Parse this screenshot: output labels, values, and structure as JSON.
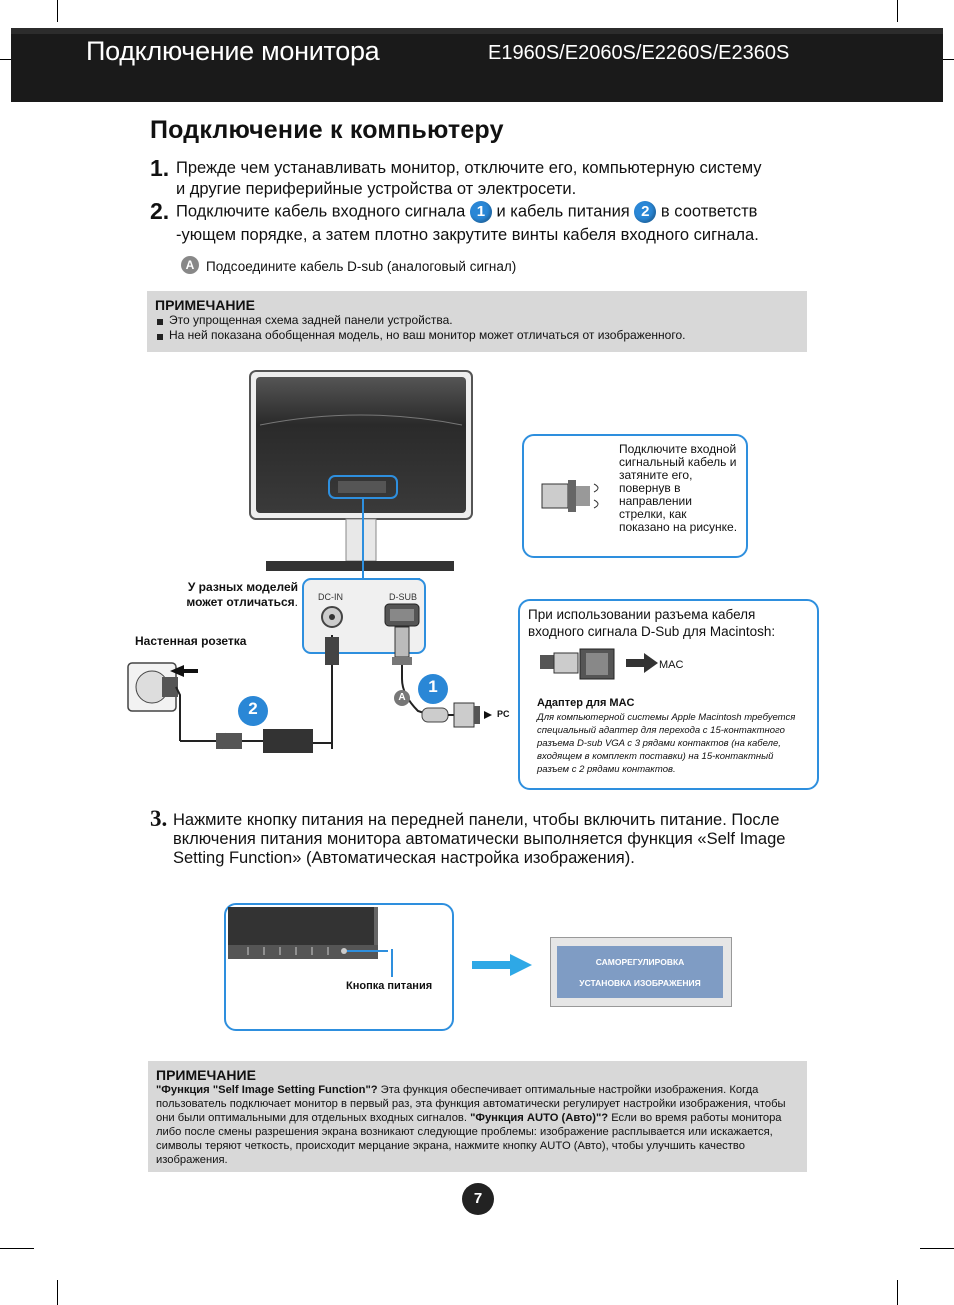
{
  "header": {
    "title": "Подключение монитора",
    "models": "E1960S/E2060S/E2260S/E2360S"
  },
  "section_title": "Подключение к компьютеру",
  "steps": [
    {
      "num": "1.",
      "line1": "Прежде чем устанавливать монитор, отключите его, компьютерную систему",
      "line2": "и другие периферийные устройства от электросети."
    },
    {
      "num": "2.",
      "line1a": "Подключите кабель входного сигнала",
      "badge1": "1",
      "line1b": "и кабель питания",
      "badge2": "2",
      "line1c": "в соответств",
      "line2": "-ующем порядке, а затем плотно закрутите винты кабеля входного сигнала."
    },
    {
      "num": "3.",
      "line1": "Нажмите кнопку питания на передней панели, чтобы включить питание. После",
      "line2": "включения питания монитора автоматически выполняется функция «Self Image",
      "line3": "Setting Function» (Автоматическая настройка изображения)."
    }
  ],
  "sub_a": {
    "badge": "A",
    "text": "Подсоедините кабель D-sub (аналоговый сигнал)"
  },
  "note1": {
    "heading": "ПРИМЕЧАНИЕ",
    "items": [
      "Это упрощенная схема задней панели устройства.",
      "На ней показана обобщенная модель, но ваш монитор может отличаться от изображенного."
    ]
  },
  "diagram": {
    "callout_tighten": "Подключите входной сигнальный кабель и затяните его, повернув в направлении стрелки, как показано на рисунке.",
    "models_vary_1": "У разных моделей",
    "models_vary_2": "может отличаться",
    "models_vary_dot": ".",
    "wall_socket": "Настенная розетка",
    "port_dcin": "DC-IN",
    "port_dsub": "D-SUB",
    "badge1": "1",
    "badge2": "2",
    "badge_a": "A",
    "pc_label": "PC",
    "mac_callout_title": "При использовании разъема кабеля входного сигнала D-Sub для Macintosh:",
    "mac_label": "MAC",
    "mac_adapter_head": "Адаптер для MAC",
    "mac_adapter_text": "Для компьютерной системы Apple Macintosh требуется специальный адаптер для перехода с 15-контактного разъема D-sub VGA с 3 рядами контактов (на кабеле, входящем в комплект поставки) на 15-контактный разъем с 2 рядами контактов."
  },
  "power": {
    "button_label": "Кнопка питания",
    "osd_line1": "САМОРЕГУЛИРОВКА",
    "osd_line2": "УСТАНОВКА ИЗОБРАЖЕНИЯ"
  },
  "note2": {
    "heading": "ПРИМЕЧАНИЕ",
    "q1": "\"Функция \"Self Image Setting Function\"?",
    "t1": " Эта функция обеспечивает оптимальные настройки изображения. Когда пользователь подключает монитор в первый раз, эта функция автоматически регулирует настройки изображения, чтобы они были оптимальными для отдельных входных сигналов. ",
    "q2": "\"Функция AUTO (Авто)\"?",
    "t2": " Если во время работы монитора либо после смены разрешения экрана возникают следующие проблемы: изображение расплывается или искажается, символы теряют четкость, происходит мерцание экрана, нажмите кнопку AUTO (Авто), чтобы улучшить качество изображения."
  },
  "page_number": "7",
  "colors": {
    "accent_blue": "#2a87d6",
    "callout_border": "#2e8fde",
    "note_bg": "#d8d8d8",
    "osd_blue": "#7f9cc4"
  }
}
